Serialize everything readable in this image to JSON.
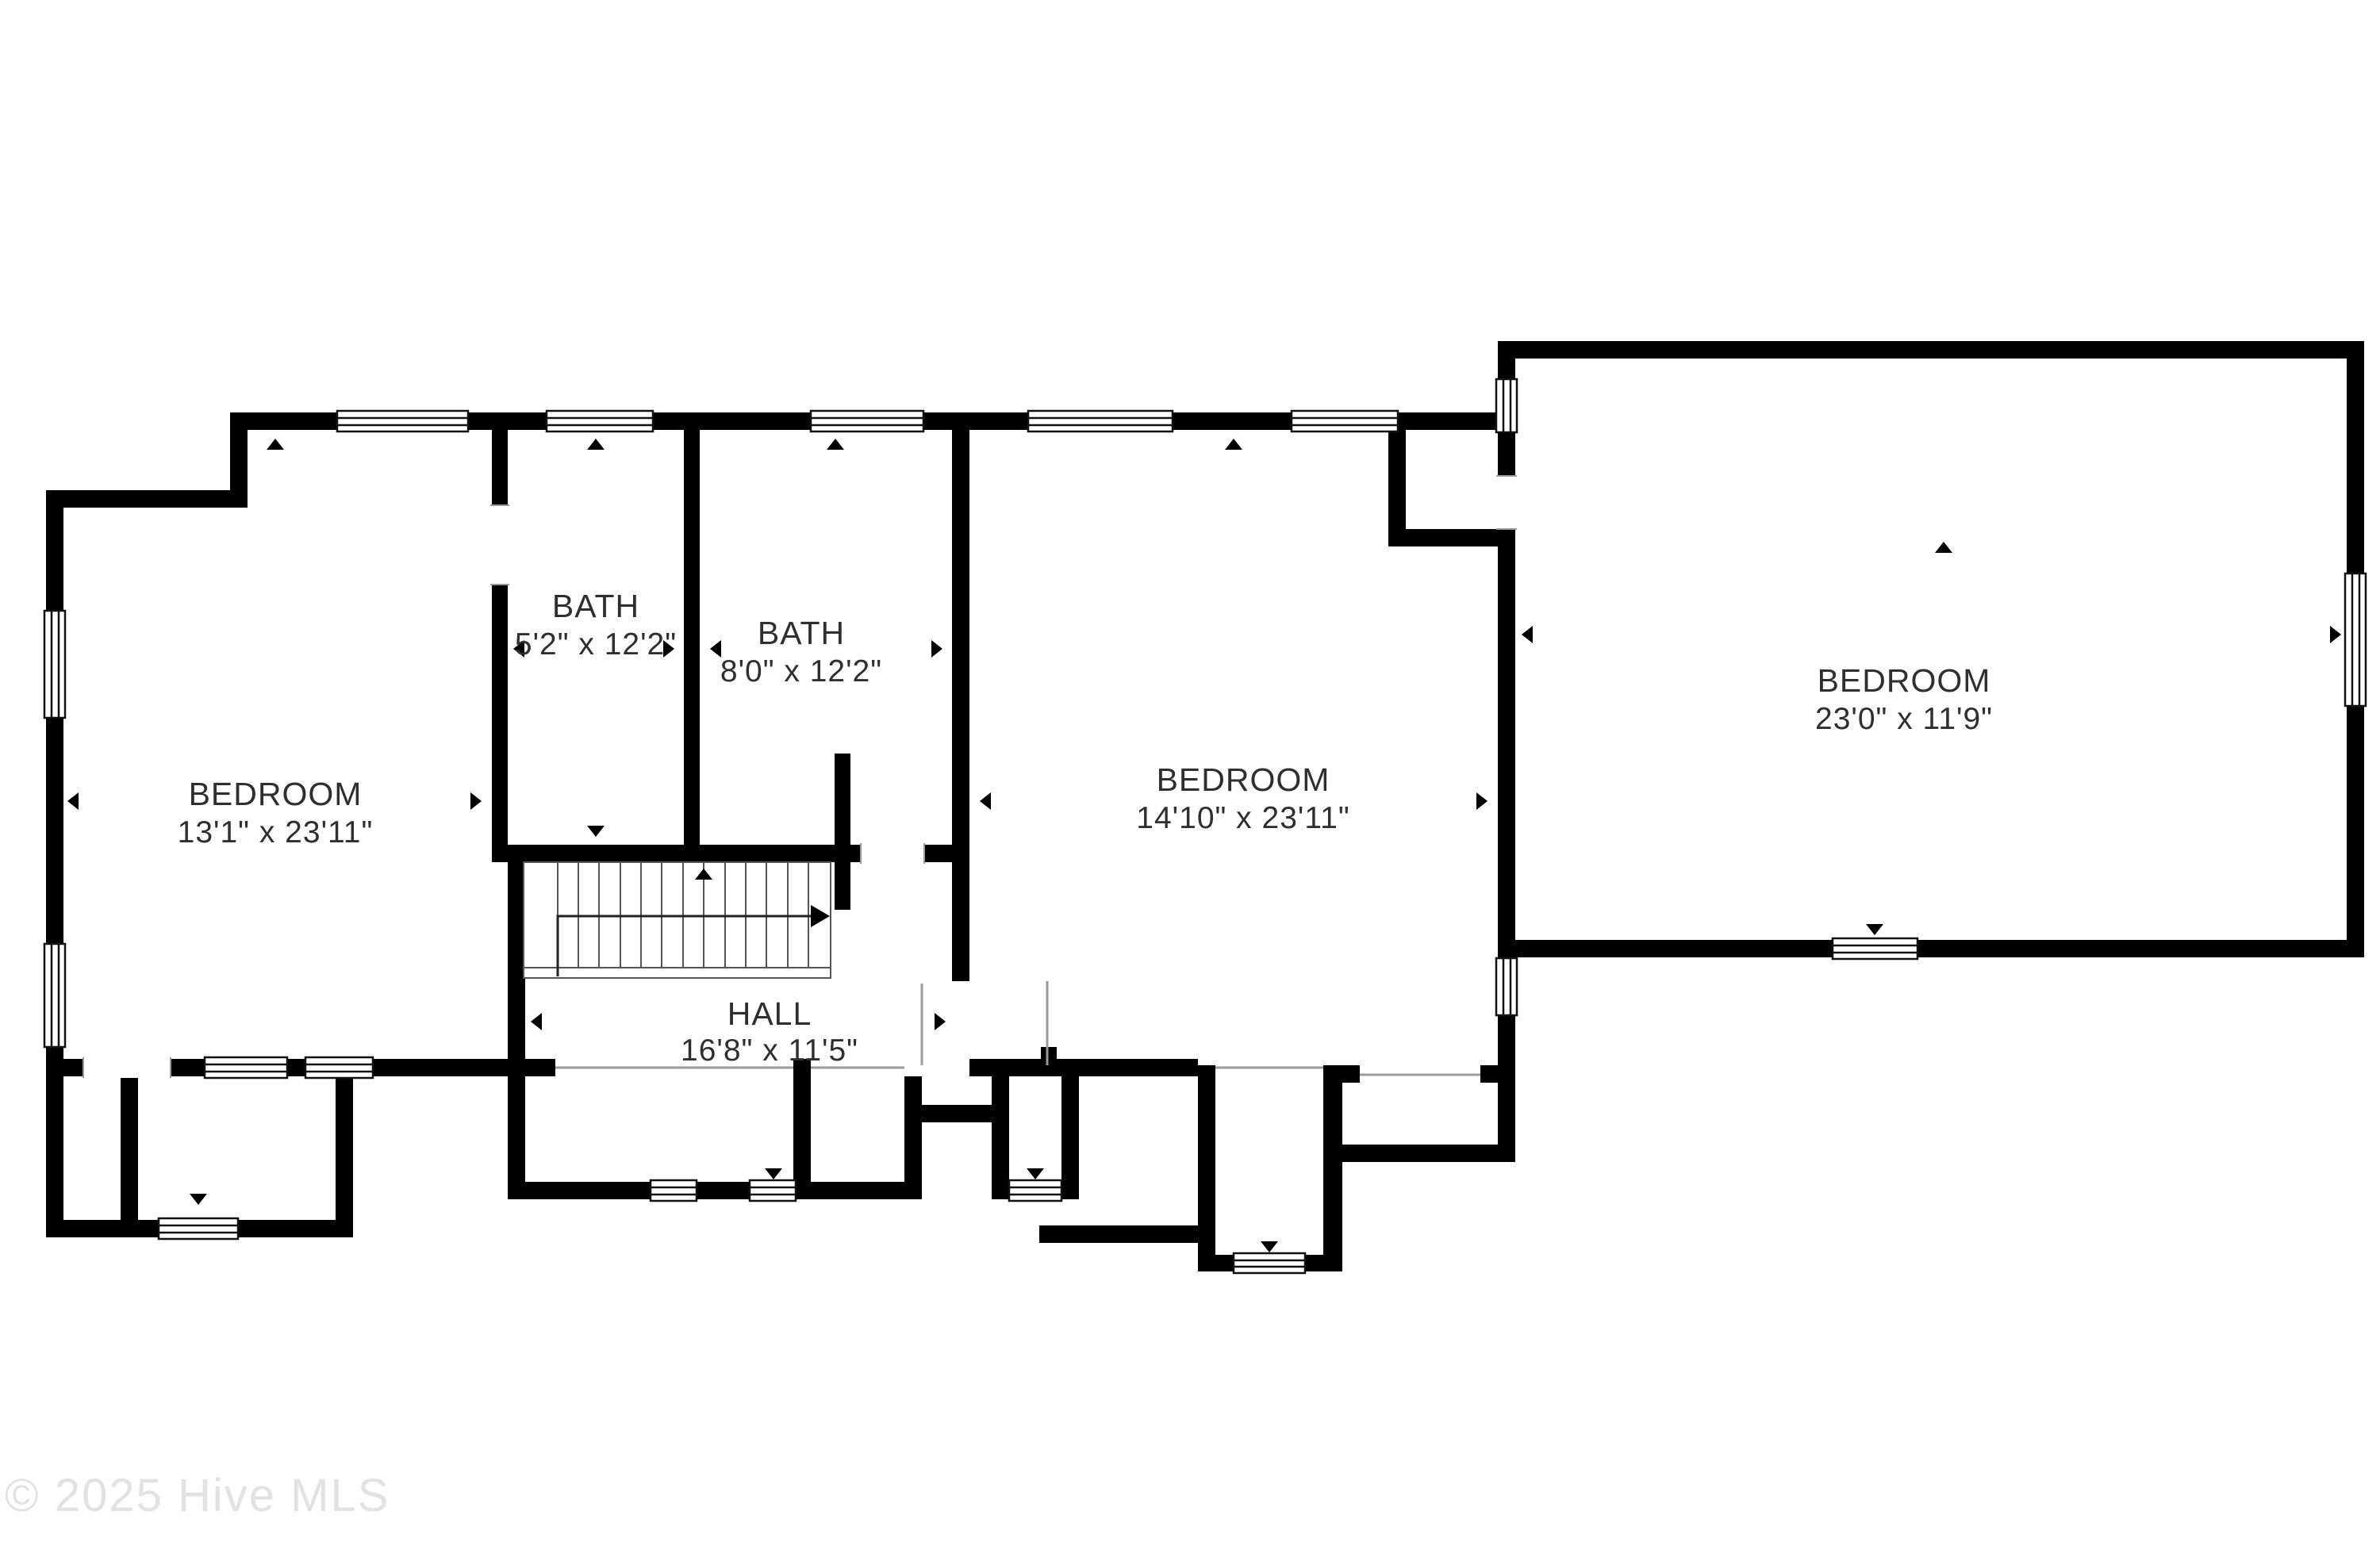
{
  "watermark": "© 2025 Hive MLS",
  "colors": {
    "wall": "#000000",
    "background": "#ffffff",
    "open_boundary_line": "#9b9b9b",
    "label_text": "#2f2f2f",
    "watermark_text": "#e2e2e2"
  },
  "rooms": {
    "bedroom_left": {
      "name": "BEDROOM",
      "dims": "13'1\" x 23'11\""
    },
    "bath_small": {
      "name": "BATH",
      "dims": "5'2\" x 12'2\""
    },
    "bath_large": {
      "name": "BATH",
      "dims": "8'0\" x 12'2\""
    },
    "bedroom_mid": {
      "name": "BEDROOM",
      "dims": "14'10\" x 23'11\""
    },
    "hall": {
      "name": "HALL",
      "dims": "16'8\" x 11'5\""
    },
    "bedroom_right": {
      "name": "BEDROOM",
      "dims": "23'0\" x 11'9\""
    }
  },
  "stairs": {
    "direction": "right",
    "tread_count": 13
  }
}
